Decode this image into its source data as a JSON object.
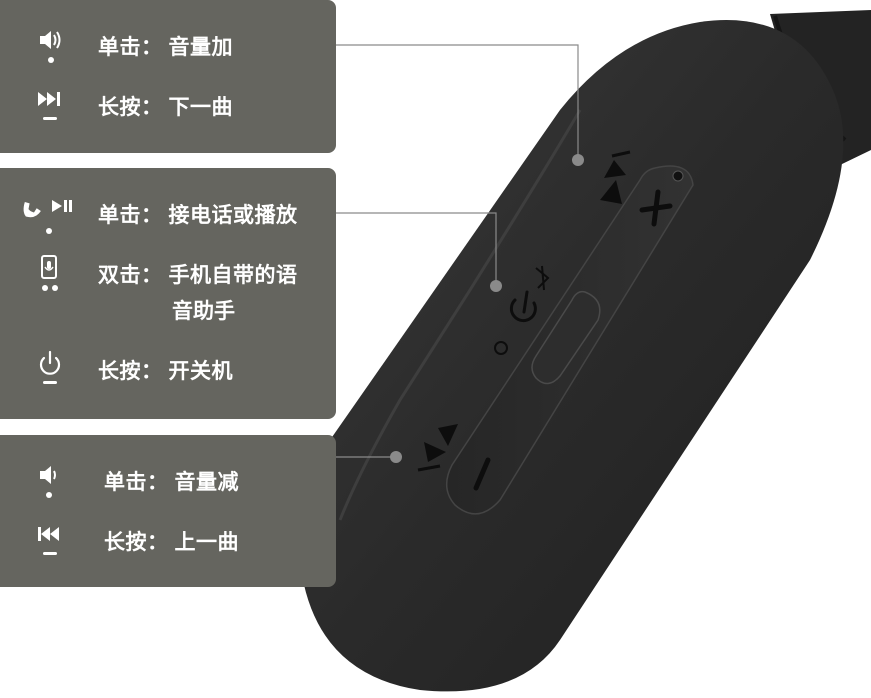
{
  "panels": [
    {
      "rows": [
        {
          "icon": "volume-up-icon",
          "action": "单击：",
          "description": "音量加"
        },
        {
          "icon": "next-track-icon",
          "action": "长按：",
          "description": "下一曲"
        }
      ]
    },
    {
      "rows": [
        {
          "icon": "phone-play-pause-icon",
          "action": "单击：",
          "description": "接电话或播放"
        },
        {
          "icon": "voice-assistant-icon",
          "action": "双击：",
          "description": "手机自带的语",
          "description_line2": "音助手"
        },
        {
          "icon": "power-icon",
          "action": "长按：",
          "description": "开关机"
        }
      ]
    },
    {
      "rows": [
        {
          "icon": "volume-down-icon",
          "action": "单击：",
          "description": "音量减"
        },
        {
          "icon": "previous-track-icon",
          "action": "长按：",
          "description": "上一曲"
        }
      ]
    }
  ],
  "device_buttons": {
    "plus": "+",
    "minus": "−"
  },
  "colors": {
    "panel_bg": "#65655f",
    "device_body": "#2b2b2b",
    "leader_line": "#8a8a8a"
  }
}
